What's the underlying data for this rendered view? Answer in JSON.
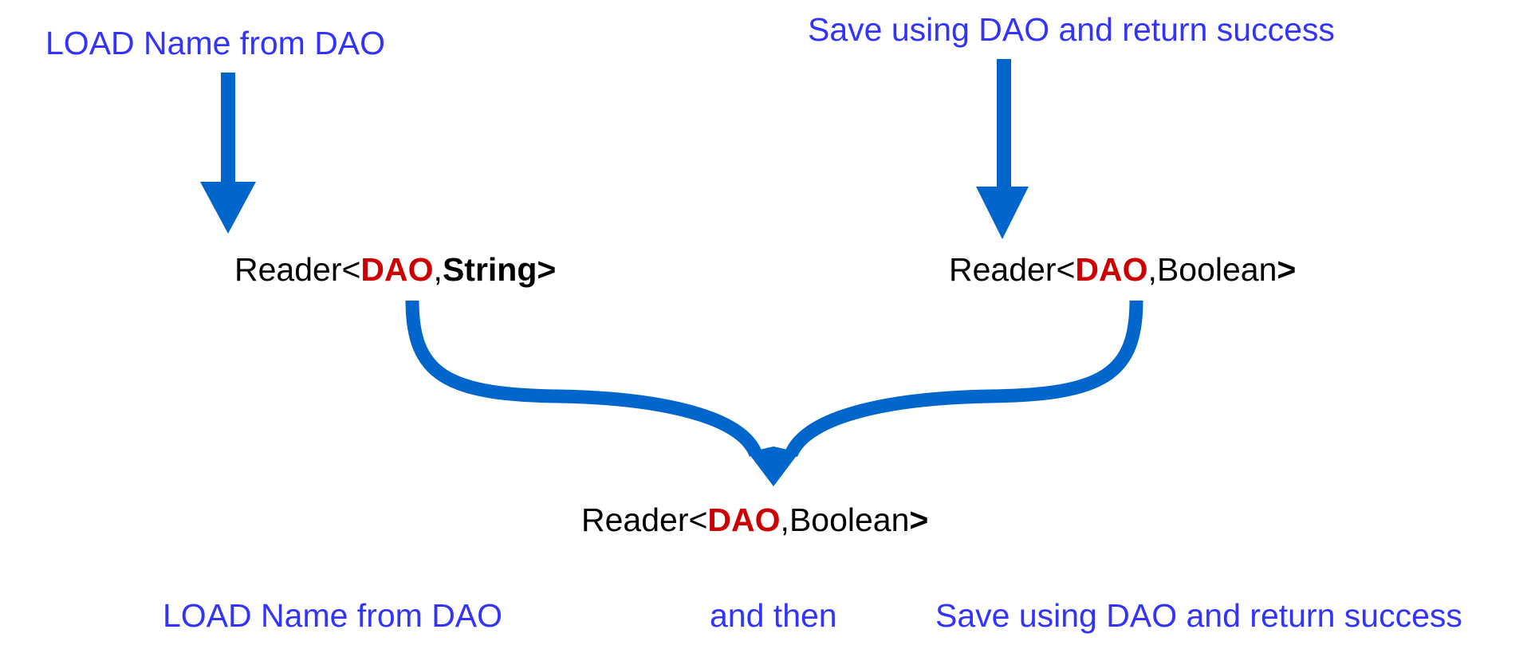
{
  "colors": {
    "label_blue": "#3333ff",
    "arrow_blue": "#0066cc",
    "dao_red": "#cc0000",
    "text_black": "#000000"
  },
  "top_labels": {
    "left": "LOAD Name from DAO",
    "right": "Save using DAO and return success"
  },
  "nodes": {
    "left": {
      "prefix": "Reader<",
      "env": "DAO",
      "sep": ",",
      "type": "String",
      "close": ">"
    },
    "right": {
      "prefix": "Reader<",
      "env": "DAO",
      "sep": ",",
      "type": "Boolean",
      "close": ">"
    },
    "result": {
      "prefix": "Reader<",
      "env": "DAO",
      "sep": ",",
      "type": "Boolean",
      "close": ">"
    }
  },
  "bottom_labels": {
    "first": "LOAD Name from DAO",
    "connector": "and then",
    "second": "Save using DAO and return success"
  },
  "icons": {
    "left_arrow": "arrow-down-icon",
    "right_arrow": "arrow-down-icon",
    "merge_arrow": "merge-arrow-icon"
  }
}
